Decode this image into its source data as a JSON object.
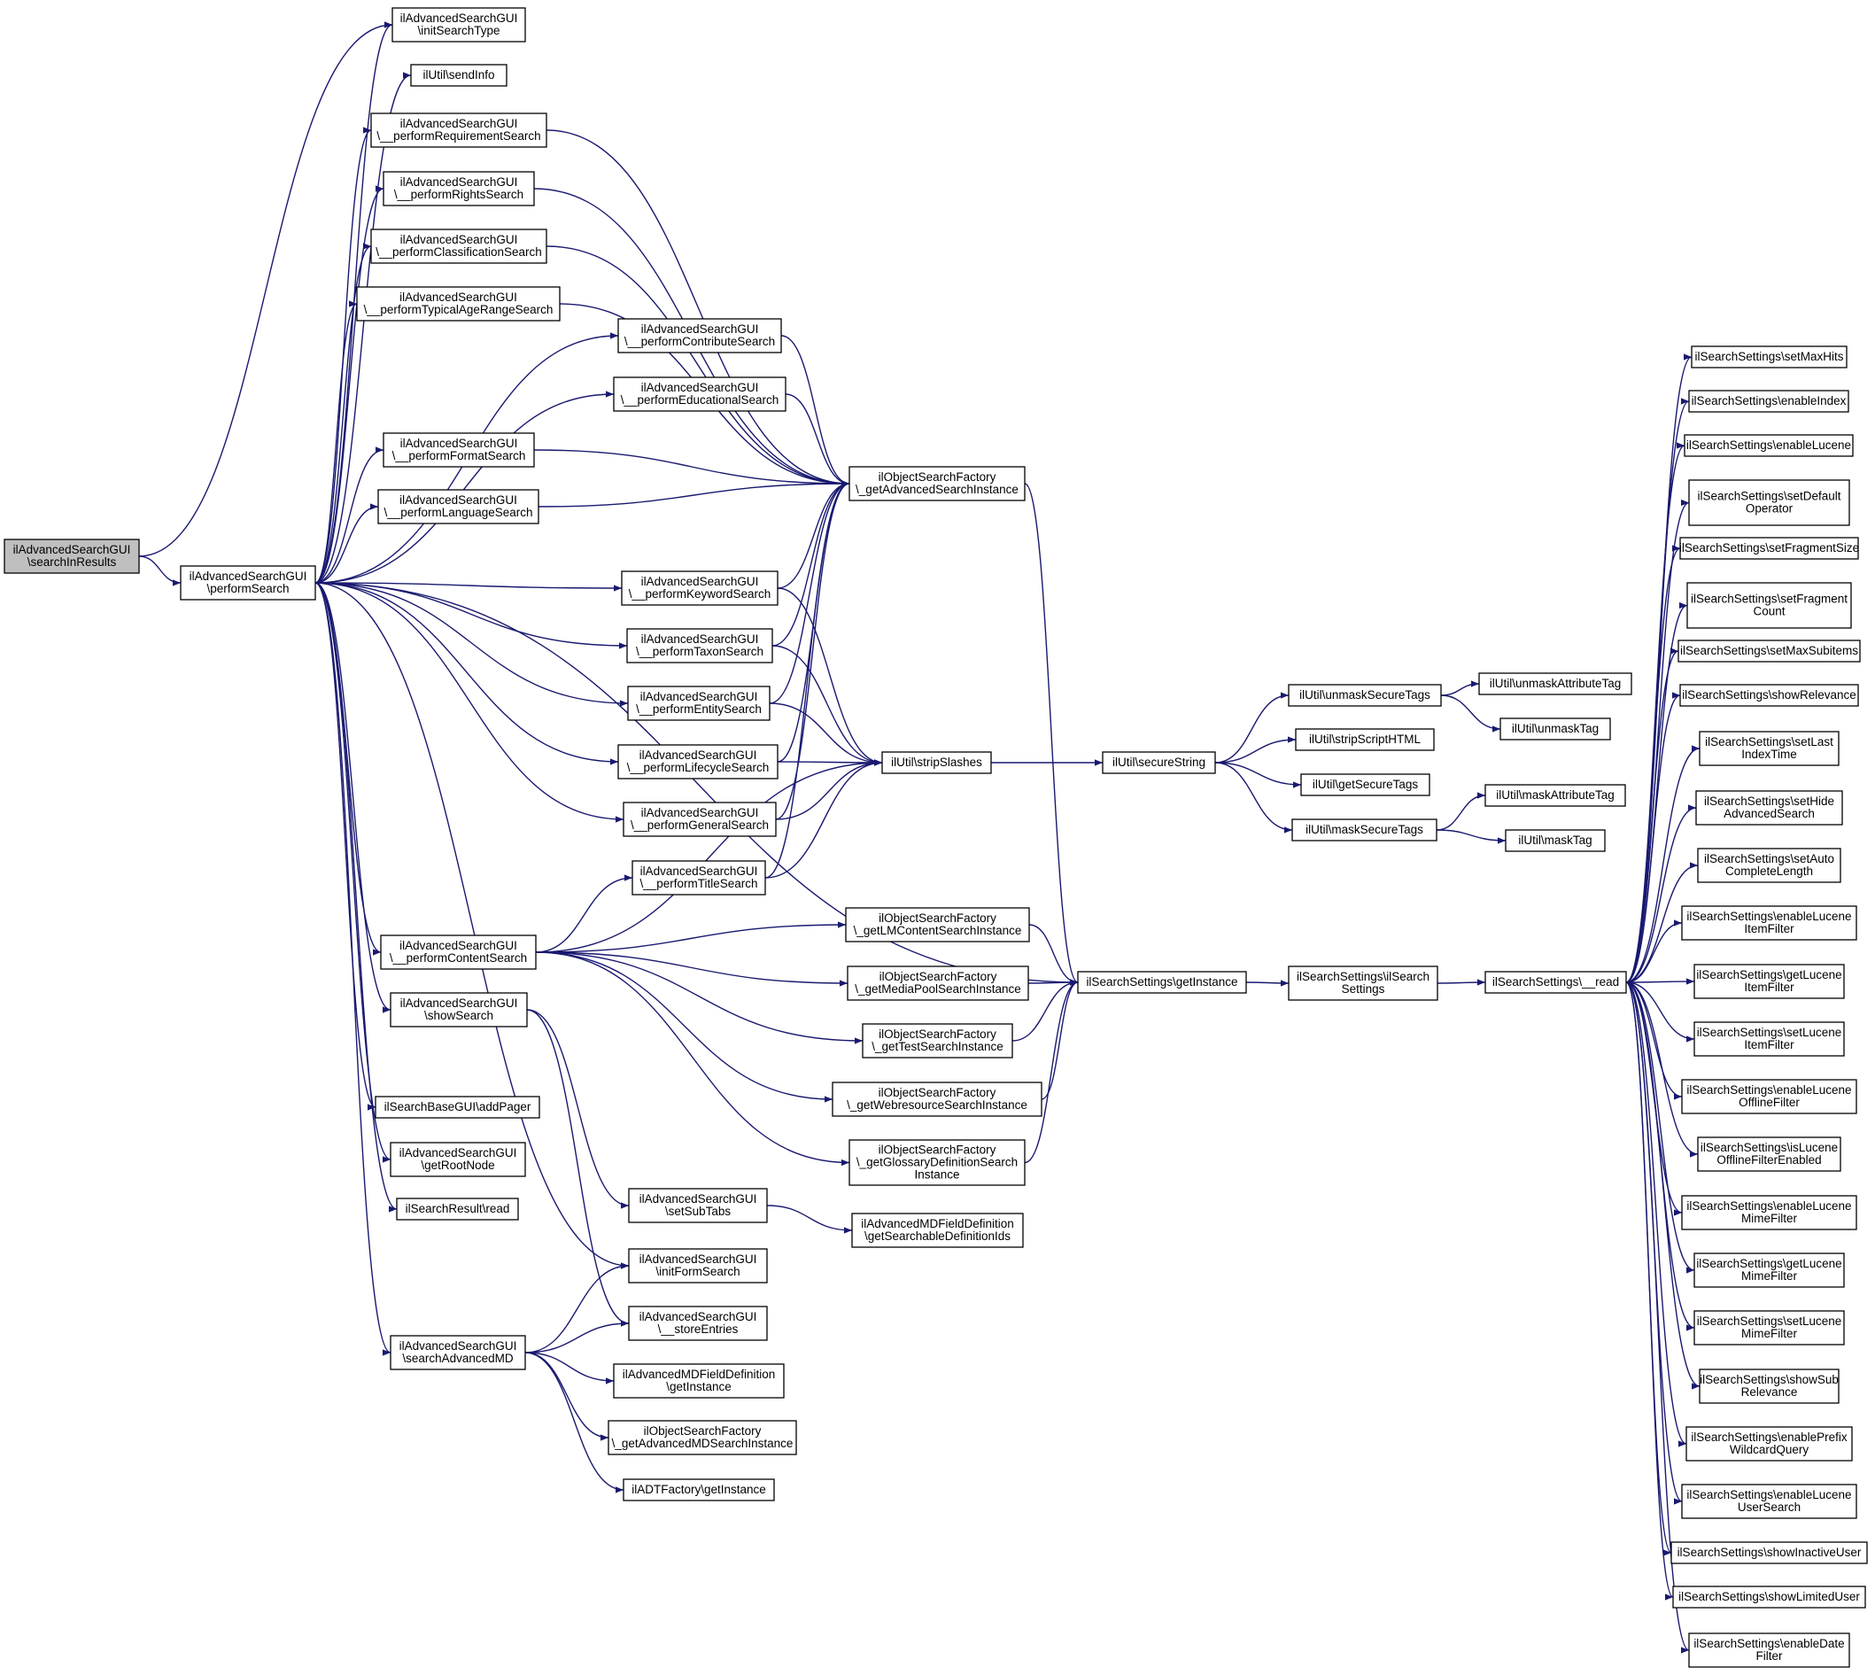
{
  "colors": {
    "edge": "#191970",
    "node_border": "#000000",
    "node_fill": "#ffffff",
    "root_fill": "#bfbfbf"
  },
  "nodes": [
    {
      "id": "n0",
      "lines": [
        "ilAdvancedSearchGUI",
        "\\searchInResults"
      ],
      "highlight": true
    },
    {
      "id": "n1",
      "lines": [
        "ilAdvancedSearchGUI",
        "\\performSearch"
      ]
    },
    {
      "id": "n2",
      "lines": [
        "ilAdvancedSearchGUI",
        "\\initSearchType"
      ]
    },
    {
      "id": "n3",
      "lines": [
        "ilUtil\\sendInfo"
      ]
    },
    {
      "id": "n4",
      "lines": [
        "ilAdvancedSearchGUI",
        "\\__performRequirementSearch"
      ]
    },
    {
      "id": "n5",
      "lines": [
        "ilAdvancedSearchGUI",
        "\\__performRightsSearch"
      ]
    },
    {
      "id": "n6",
      "lines": [
        "ilAdvancedSearchGUI",
        "\\__performClassificationSearch"
      ]
    },
    {
      "id": "n7",
      "lines": [
        "ilAdvancedSearchGUI",
        "\\__performTypicalAgeRangeSearch"
      ]
    },
    {
      "id": "n8",
      "lines": [
        "ilAdvancedSearchGUI",
        "\\__performContributeSearch"
      ]
    },
    {
      "id": "n9",
      "lines": [
        "ilAdvancedSearchGUI",
        "\\__performEducationalSearch"
      ]
    },
    {
      "id": "n10",
      "lines": [
        "ilAdvancedSearchGUI",
        "\\__performFormatSearch"
      ]
    },
    {
      "id": "n11",
      "lines": [
        "ilAdvancedSearchGUI",
        "\\__performLanguageSearch"
      ]
    },
    {
      "id": "n12",
      "lines": [
        "ilAdvancedSearchGUI",
        "\\__performKeywordSearch"
      ]
    },
    {
      "id": "n13",
      "lines": [
        "ilAdvancedSearchGUI",
        "\\__performTaxonSearch"
      ]
    },
    {
      "id": "n14",
      "lines": [
        "ilAdvancedSearchGUI",
        "\\__performEntitySearch"
      ]
    },
    {
      "id": "n15",
      "lines": [
        "ilAdvancedSearchGUI",
        "\\__performLifecycleSearch"
      ]
    },
    {
      "id": "n16",
      "lines": [
        "ilAdvancedSearchGUI",
        "\\__performGeneralSearch"
      ]
    },
    {
      "id": "n17",
      "lines": [
        "ilAdvancedSearchGUI",
        "\\__performTitleSearch"
      ]
    },
    {
      "id": "n18",
      "lines": [
        "ilAdvancedSearchGUI",
        "\\__performContentSearch"
      ]
    },
    {
      "id": "n19",
      "lines": [
        "ilAdvancedSearchGUI",
        "\\showSearch"
      ]
    },
    {
      "id": "n20",
      "lines": [
        "ilSearchBaseGUI\\addPager"
      ]
    },
    {
      "id": "n21",
      "lines": [
        "ilAdvancedSearchGUI",
        "\\getRootNode"
      ]
    },
    {
      "id": "n22",
      "lines": [
        "ilSearchResult\\read"
      ]
    },
    {
      "id": "n23",
      "lines": [
        "ilAdvancedSearchGUI",
        "\\searchAdvancedMD"
      ]
    },
    {
      "id": "n24",
      "lines": [
        "ilObjectSearchFactory",
        "\\_getAdvancedSearchInstance"
      ]
    },
    {
      "id": "n25",
      "lines": [
        "ilUtil\\stripSlashes"
      ]
    },
    {
      "id": "n26",
      "lines": [
        "ilObjectSearchFactory",
        "\\_getLMContentSearchInstance"
      ]
    },
    {
      "id": "n27",
      "lines": [
        "ilObjectSearchFactory",
        "\\_getMediaPoolSearchInstance"
      ]
    },
    {
      "id": "n28",
      "lines": [
        "ilObjectSearchFactory",
        "\\_getTestSearchInstance"
      ]
    },
    {
      "id": "n29",
      "lines": [
        "ilObjectSearchFactory",
        "\\_getWebresourceSearchInstance"
      ]
    },
    {
      "id": "n30",
      "lines": [
        "ilObjectSearchFactory",
        "\\_getGlossaryDefinitionSearch",
        "Instance"
      ]
    },
    {
      "id": "n31",
      "lines": [
        "ilAdvancedSearchGUI",
        "\\setSubTabs"
      ]
    },
    {
      "id": "n32",
      "lines": [
        "ilAdvancedSearchGUI",
        "\\initFormSearch"
      ]
    },
    {
      "id": "n33",
      "lines": [
        "ilAdvancedSearchGUI",
        "\\__storeEntries"
      ]
    },
    {
      "id": "n34",
      "lines": [
        "ilAdvancedMDFieldDefinition",
        "\\getInstance"
      ]
    },
    {
      "id": "n35",
      "lines": [
        "ilObjectSearchFactory",
        "\\_getAdvancedMDSearchInstance"
      ]
    },
    {
      "id": "n36",
      "lines": [
        "ilADTFactory\\getInstance"
      ]
    },
    {
      "id": "n37",
      "lines": [
        "ilAdvancedMDFieldDefinition",
        "\\getSearchableDefinitionIds"
      ]
    },
    {
      "id": "n38",
      "lines": [
        "ilUtil\\secureString"
      ]
    },
    {
      "id": "n39",
      "lines": [
        "ilSearchSettings\\getInstance"
      ]
    },
    {
      "id": "n40",
      "lines": [
        "ilUtil\\unmaskSecureTags"
      ]
    },
    {
      "id": "n41",
      "lines": [
        "ilUtil\\stripScriptHTML"
      ]
    },
    {
      "id": "n42",
      "lines": [
        "ilUtil\\getSecureTags"
      ]
    },
    {
      "id": "n43",
      "lines": [
        "ilUtil\\maskSecureTags"
      ]
    },
    {
      "id": "n44",
      "lines": [
        "ilUtil\\unmaskAttributeTag"
      ]
    },
    {
      "id": "n45",
      "lines": [
        "ilUtil\\unmaskTag"
      ]
    },
    {
      "id": "n46",
      "lines": [
        "ilUtil\\maskAttributeTag"
      ]
    },
    {
      "id": "n47",
      "lines": [
        "ilUtil\\maskTag"
      ]
    },
    {
      "id": "n48",
      "lines": [
        "ilSearchSettings\\ilSearch",
        "Settings"
      ]
    },
    {
      "id": "n49",
      "lines": [
        "ilSearchSettings\\__read"
      ]
    },
    {
      "id": "n50",
      "lines": [
        "ilSearchSettings\\setMaxHits"
      ]
    },
    {
      "id": "n51",
      "lines": [
        "ilSearchSettings\\enableIndex"
      ]
    },
    {
      "id": "n52",
      "lines": [
        "ilSearchSettings\\enableLucene"
      ]
    },
    {
      "id": "n53",
      "lines": [
        "ilSearchSettings\\setDefault",
        "Operator"
      ]
    },
    {
      "id": "n54",
      "lines": [
        "ilSearchSettings\\setFragmentSize"
      ]
    },
    {
      "id": "n55",
      "lines": [
        "ilSearchSettings\\setFragment",
        "Count"
      ]
    },
    {
      "id": "n56",
      "lines": [
        "ilSearchSettings\\setMaxSubitems"
      ]
    },
    {
      "id": "n57",
      "lines": [
        "ilSearchSettings\\showRelevance"
      ]
    },
    {
      "id": "n58",
      "lines": [
        "ilSearchSettings\\setLast",
        "IndexTime"
      ]
    },
    {
      "id": "n59",
      "lines": [
        "ilSearchSettings\\setHide",
        "AdvancedSearch"
      ]
    },
    {
      "id": "n60",
      "lines": [
        "ilSearchSettings\\setAuto",
        "CompleteLength"
      ]
    },
    {
      "id": "n61",
      "lines": [
        "ilSearchSettings\\enableLucene",
        "ItemFilter"
      ]
    },
    {
      "id": "n62",
      "lines": [
        "ilSearchSettings\\getLucene",
        "ItemFilter"
      ]
    },
    {
      "id": "n63",
      "lines": [
        "ilSearchSettings\\setLucene",
        "ItemFilter"
      ]
    },
    {
      "id": "n64",
      "lines": [
        "ilSearchSettings\\enableLucene",
        "OfflineFilter"
      ]
    },
    {
      "id": "n65",
      "lines": [
        "ilSearchSettings\\isLucene",
        "OfflineFilterEnabled"
      ]
    },
    {
      "id": "n66",
      "lines": [
        "ilSearchSettings\\enableLucene",
        "MimeFilter"
      ]
    },
    {
      "id": "n67",
      "lines": [
        "ilSearchSettings\\getLucene",
        "MimeFilter"
      ]
    },
    {
      "id": "n68",
      "lines": [
        "ilSearchSettings\\setLucene",
        "MimeFilter"
      ]
    },
    {
      "id": "n69",
      "lines": [
        "ilSearchSettings\\showSub",
        "Relevance"
      ]
    },
    {
      "id": "n70",
      "lines": [
        "ilSearchSettings\\enablePrefix",
        "WildcardQuery"
      ]
    },
    {
      "id": "n71",
      "lines": [
        "ilSearchSettings\\enableLucene",
        "UserSearch"
      ]
    },
    {
      "id": "n72",
      "lines": [
        "ilSearchSettings\\showInactiveUser"
      ]
    },
    {
      "id": "n73",
      "lines": [
        "ilSearchSettings\\showLimitedUser"
      ]
    },
    {
      "id": "n74",
      "lines": [
        "ilSearchSettings\\enableDate",
        "Filter"
      ]
    }
  ],
  "edges": [
    [
      "n0",
      "n1"
    ],
    [
      "n0",
      "n2"
    ],
    [
      "n1",
      "n2"
    ],
    [
      "n1",
      "n3"
    ],
    [
      "n1",
      "n4"
    ],
    [
      "n1",
      "n5"
    ],
    [
      "n1",
      "n6"
    ],
    [
      "n1",
      "n7"
    ],
    [
      "n1",
      "n8"
    ],
    [
      "n1",
      "n9"
    ],
    [
      "n1",
      "n10"
    ],
    [
      "n1",
      "n11"
    ],
    [
      "n1",
      "n12"
    ],
    [
      "n1",
      "n13"
    ],
    [
      "n1",
      "n14"
    ],
    [
      "n1",
      "n15"
    ],
    [
      "n1",
      "n16"
    ],
    [
      "n1",
      "n18"
    ],
    [
      "n1",
      "n19"
    ],
    [
      "n1",
      "n20"
    ],
    [
      "n1",
      "n21"
    ],
    [
      "n1",
      "n22"
    ],
    [
      "n1",
      "n23"
    ],
    [
      "n1",
      "n39"
    ],
    [
      "n1",
      "n32"
    ],
    [
      "n4",
      "n24"
    ],
    [
      "n5",
      "n24"
    ],
    [
      "n6",
      "n24"
    ],
    [
      "n7",
      "n24"
    ],
    [
      "n8",
      "n24"
    ],
    [
      "n9",
      "n24"
    ],
    [
      "n10",
      "n24"
    ],
    [
      "n11",
      "n24"
    ],
    [
      "n12",
      "n24"
    ],
    [
      "n13",
      "n24"
    ],
    [
      "n14",
      "n24"
    ],
    [
      "n15",
      "n24"
    ],
    [
      "n16",
      "n24"
    ],
    [
      "n17",
      "n24"
    ],
    [
      "n12",
      "n25"
    ],
    [
      "n13",
      "n25"
    ],
    [
      "n14",
      "n25"
    ],
    [
      "n15",
      "n25"
    ],
    [
      "n16",
      "n25"
    ],
    [
      "n17",
      "n25"
    ],
    [
      "n18",
      "n25"
    ],
    [
      "n18",
      "n17"
    ],
    [
      "n18",
      "n26"
    ],
    [
      "n18",
      "n27"
    ],
    [
      "n18",
      "n28"
    ],
    [
      "n18",
      "n29"
    ],
    [
      "n18",
      "n30"
    ],
    [
      "n19",
      "n31"
    ],
    [
      "n19",
      "n33"
    ],
    [
      "n23",
      "n32"
    ],
    [
      "n23",
      "n33"
    ],
    [
      "n23",
      "n34"
    ],
    [
      "n23",
      "n35"
    ],
    [
      "n23",
      "n36"
    ],
    [
      "n31",
      "n37"
    ],
    [
      "n24",
      "n39"
    ],
    [
      "n26",
      "n39"
    ],
    [
      "n27",
      "n39"
    ],
    [
      "n28",
      "n39"
    ],
    [
      "n29",
      "n39"
    ],
    [
      "n30",
      "n39"
    ],
    [
      "n25",
      "n38"
    ],
    [
      "n38",
      "n40"
    ],
    [
      "n38",
      "n41"
    ],
    [
      "n38",
      "n42"
    ],
    [
      "n38",
      "n43"
    ],
    [
      "n40",
      "n44"
    ],
    [
      "n40",
      "n45"
    ],
    [
      "n43",
      "n46"
    ],
    [
      "n43",
      "n47"
    ],
    [
      "n39",
      "n48"
    ],
    [
      "n48",
      "n49"
    ],
    [
      "n49",
      "n50"
    ],
    [
      "n49",
      "n51"
    ],
    [
      "n49",
      "n52"
    ],
    [
      "n49",
      "n53"
    ],
    [
      "n49",
      "n54"
    ],
    [
      "n49",
      "n55"
    ],
    [
      "n49",
      "n56"
    ],
    [
      "n49",
      "n57"
    ],
    [
      "n49",
      "n58"
    ],
    [
      "n49",
      "n59"
    ],
    [
      "n49",
      "n60"
    ],
    [
      "n49",
      "n61"
    ],
    [
      "n49",
      "n62"
    ],
    [
      "n49",
      "n63"
    ],
    [
      "n49",
      "n64"
    ],
    [
      "n49",
      "n65"
    ],
    [
      "n49",
      "n66"
    ],
    [
      "n49",
      "n67"
    ],
    [
      "n49",
      "n68"
    ],
    [
      "n49",
      "n69"
    ],
    [
      "n49",
      "n70"
    ],
    [
      "n49",
      "n71"
    ],
    [
      "n49",
      "n72"
    ],
    [
      "n49",
      "n73"
    ],
    [
      "n49",
      "n74"
    ]
  ]
}
